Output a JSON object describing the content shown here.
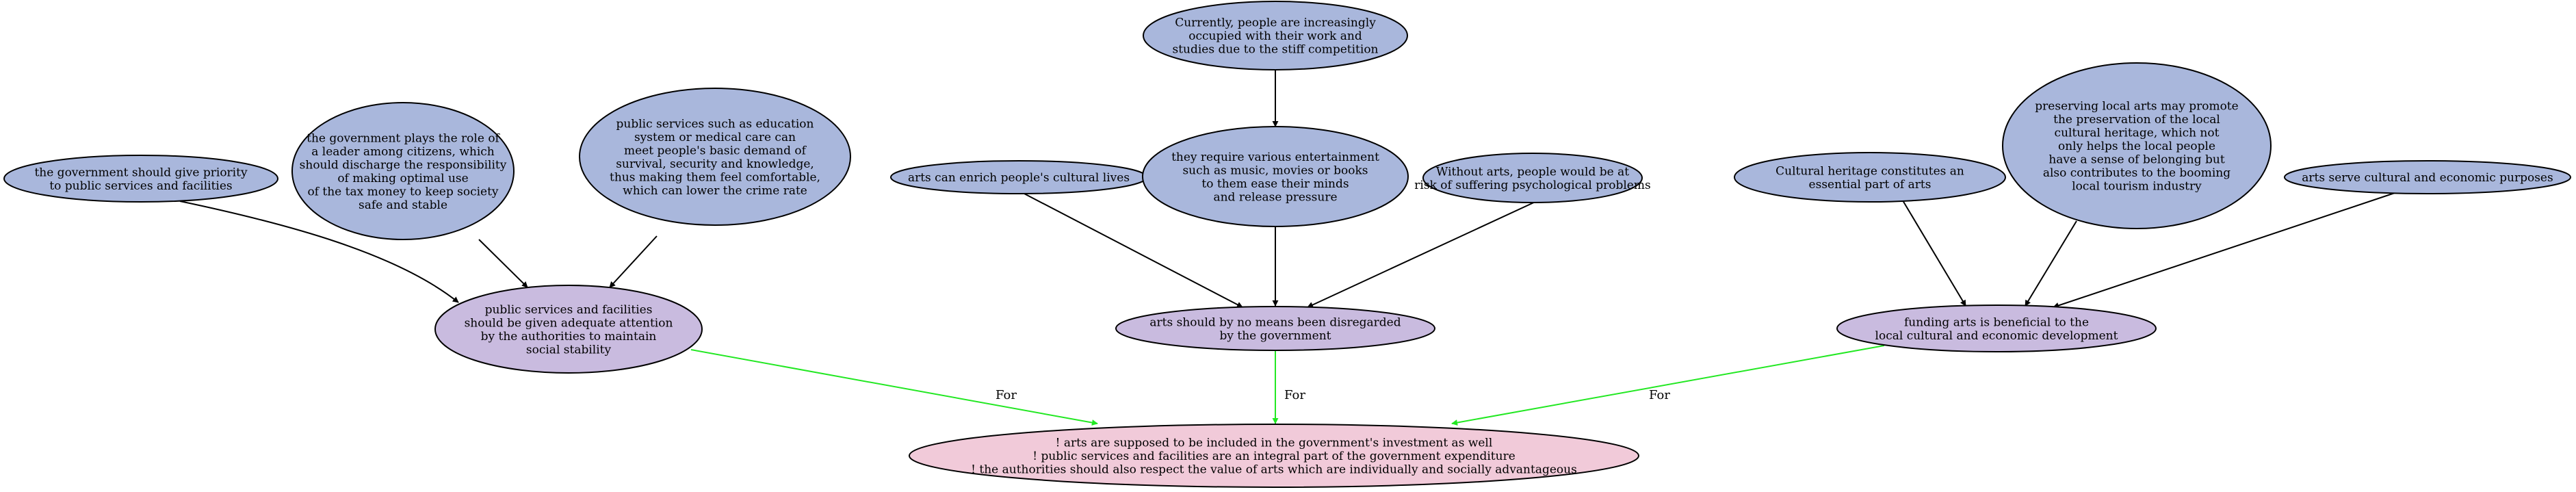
{
  "colors": {
    "premise": "#a9b7dc",
    "claim": "#c9bbdf",
    "conclusion": "#f1cad9",
    "edge_support": "#000000",
    "edge_for": "#22e822"
  },
  "nodes": [
    {
      "id": "n_priority",
      "kind": "premise",
      "lines": [
        "the government should give priority",
        "to public services and facilities"
      ]
    },
    {
      "id": "n_leader",
      "kind": "premise",
      "lines": [
        "the government plays the role of",
        "a leader among citizens, which",
        "should discharge the responsibility",
        "of making optimal use",
        "of the tax money to keep society",
        "safe and stable"
      ]
    },
    {
      "id": "n_education",
      "kind": "premise",
      "lines": [
        "public services such as education",
        "system or medical care can",
        "meet people's basic demand of",
        "survival, security and knowledge,",
        "thus making them feel comfortable,",
        "which can lower the crime rate"
      ]
    },
    {
      "id": "n_enrich",
      "kind": "premise",
      "lines": [
        "arts can enrich people's cultural lives"
      ]
    },
    {
      "id": "n_busy",
      "kind": "premise",
      "lines": [
        "Currently, people are increasingly",
        "occupied with their work and",
        "studies due to the stiff competition"
      ]
    },
    {
      "id": "n_entertain",
      "kind": "premise",
      "lines": [
        "they require various entertainment",
        "such as music, movies or books",
        "to them ease their minds",
        "and release pressure"
      ]
    },
    {
      "id": "n_without",
      "kind": "premise",
      "lines": [
        "Without arts, people would be at",
        "risk of suffering psychological problems"
      ]
    },
    {
      "id": "n_heritage",
      "kind": "premise",
      "lines": [
        "Cultural heritage constitutes an",
        "essential part of arts"
      ]
    },
    {
      "id": "n_local",
      "kind": "premise",
      "lines": [
        "preserving local arts may promote",
        "the preservation of the local",
        "cultural heritage, which not",
        "only helps the local people",
        "have a sense of belonging but",
        "also contributes to the booming",
        "local tourism industry"
      ]
    },
    {
      "id": "n_purposes",
      "kind": "premise",
      "lines": [
        "arts serve cultural and economic purposes"
      ]
    },
    {
      "id": "c_public",
      "kind": "claim",
      "lines": [
        "public services and facilities",
        "should be given adequate attention",
        "by the authorities to maintain",
        "social stability"
      ]
    },
    {
      "id": "c_arts",
      "kind": "claim",
      "lines": [
        "arts should by no means been disregarded",
        "by the government"
      ]
    },
    {
      "id": "c_funding",
      "kind": "claim",
      "lines": [
        "funding arts is beneficial to the",
        "local cultural and economic development"
      ]
    },
    {
      "id": "conclusion",
      "kind": "conclusion",
      "lines": [
        "! arts are supposed to be included in the government's investment as well",
        "! public services and facilities are an integral part of the government expenditure",
        "! the authorities should also respect the value of arts which are individually and socially advantageous"
      ]
    }
  ],
  "edges": [
    {
      "from": "n_priority",
      "to": "c_public",
      "kind": "support",
      "label": ""
    },
    {
      "from": "n_leader",
      "to": "c_public",
      "kind": "support",
      "label": ""
    },
    {
      "from": "n_education",
      "to": "c_public",
      "kind": "support",
      "label": ""
    },
    {
      "from": "n_busy",
      "to": "n_entertain",
      "kind": "support",
      "label": ""
    },
    {
      "from": "n_enrich",
      "to": "c_arts",
      "kind": "support",
      "label": ""
    },
    {
      "from": "n_entertain",
      "to": "c_arts",
      "kind": "support",
      "label": ""
    },
    {
      "from": "n_without",
      "to": "c_arts",
      "kind": "support",
      "label": ""
    },
    {
      "from": "n_heritage",
      "to": "c_funding",
      "kind": "support",
      "label": ""
    },
    {
      "from": "n_local",
      "to": "c_funding",
      "kind": "support",
      "label": ""
    },
    {
      "from": "n_purposes",
      "to": "c_funding",
      "kind": "support",
      "label": ""
    },
    {
      "from": "c_public",
      "to": "conclusion",
      "kind": "for",
      "label": "For"
    },
    {
      "from": "c_arts",
      "to": "conclusion",
      "kind": "for",
      "label": "For"
    },
    {
      "from": "c_funding",
      "to": "conclusion",
      "kind": "for",
      "label": "For"
    }
  ]
}
